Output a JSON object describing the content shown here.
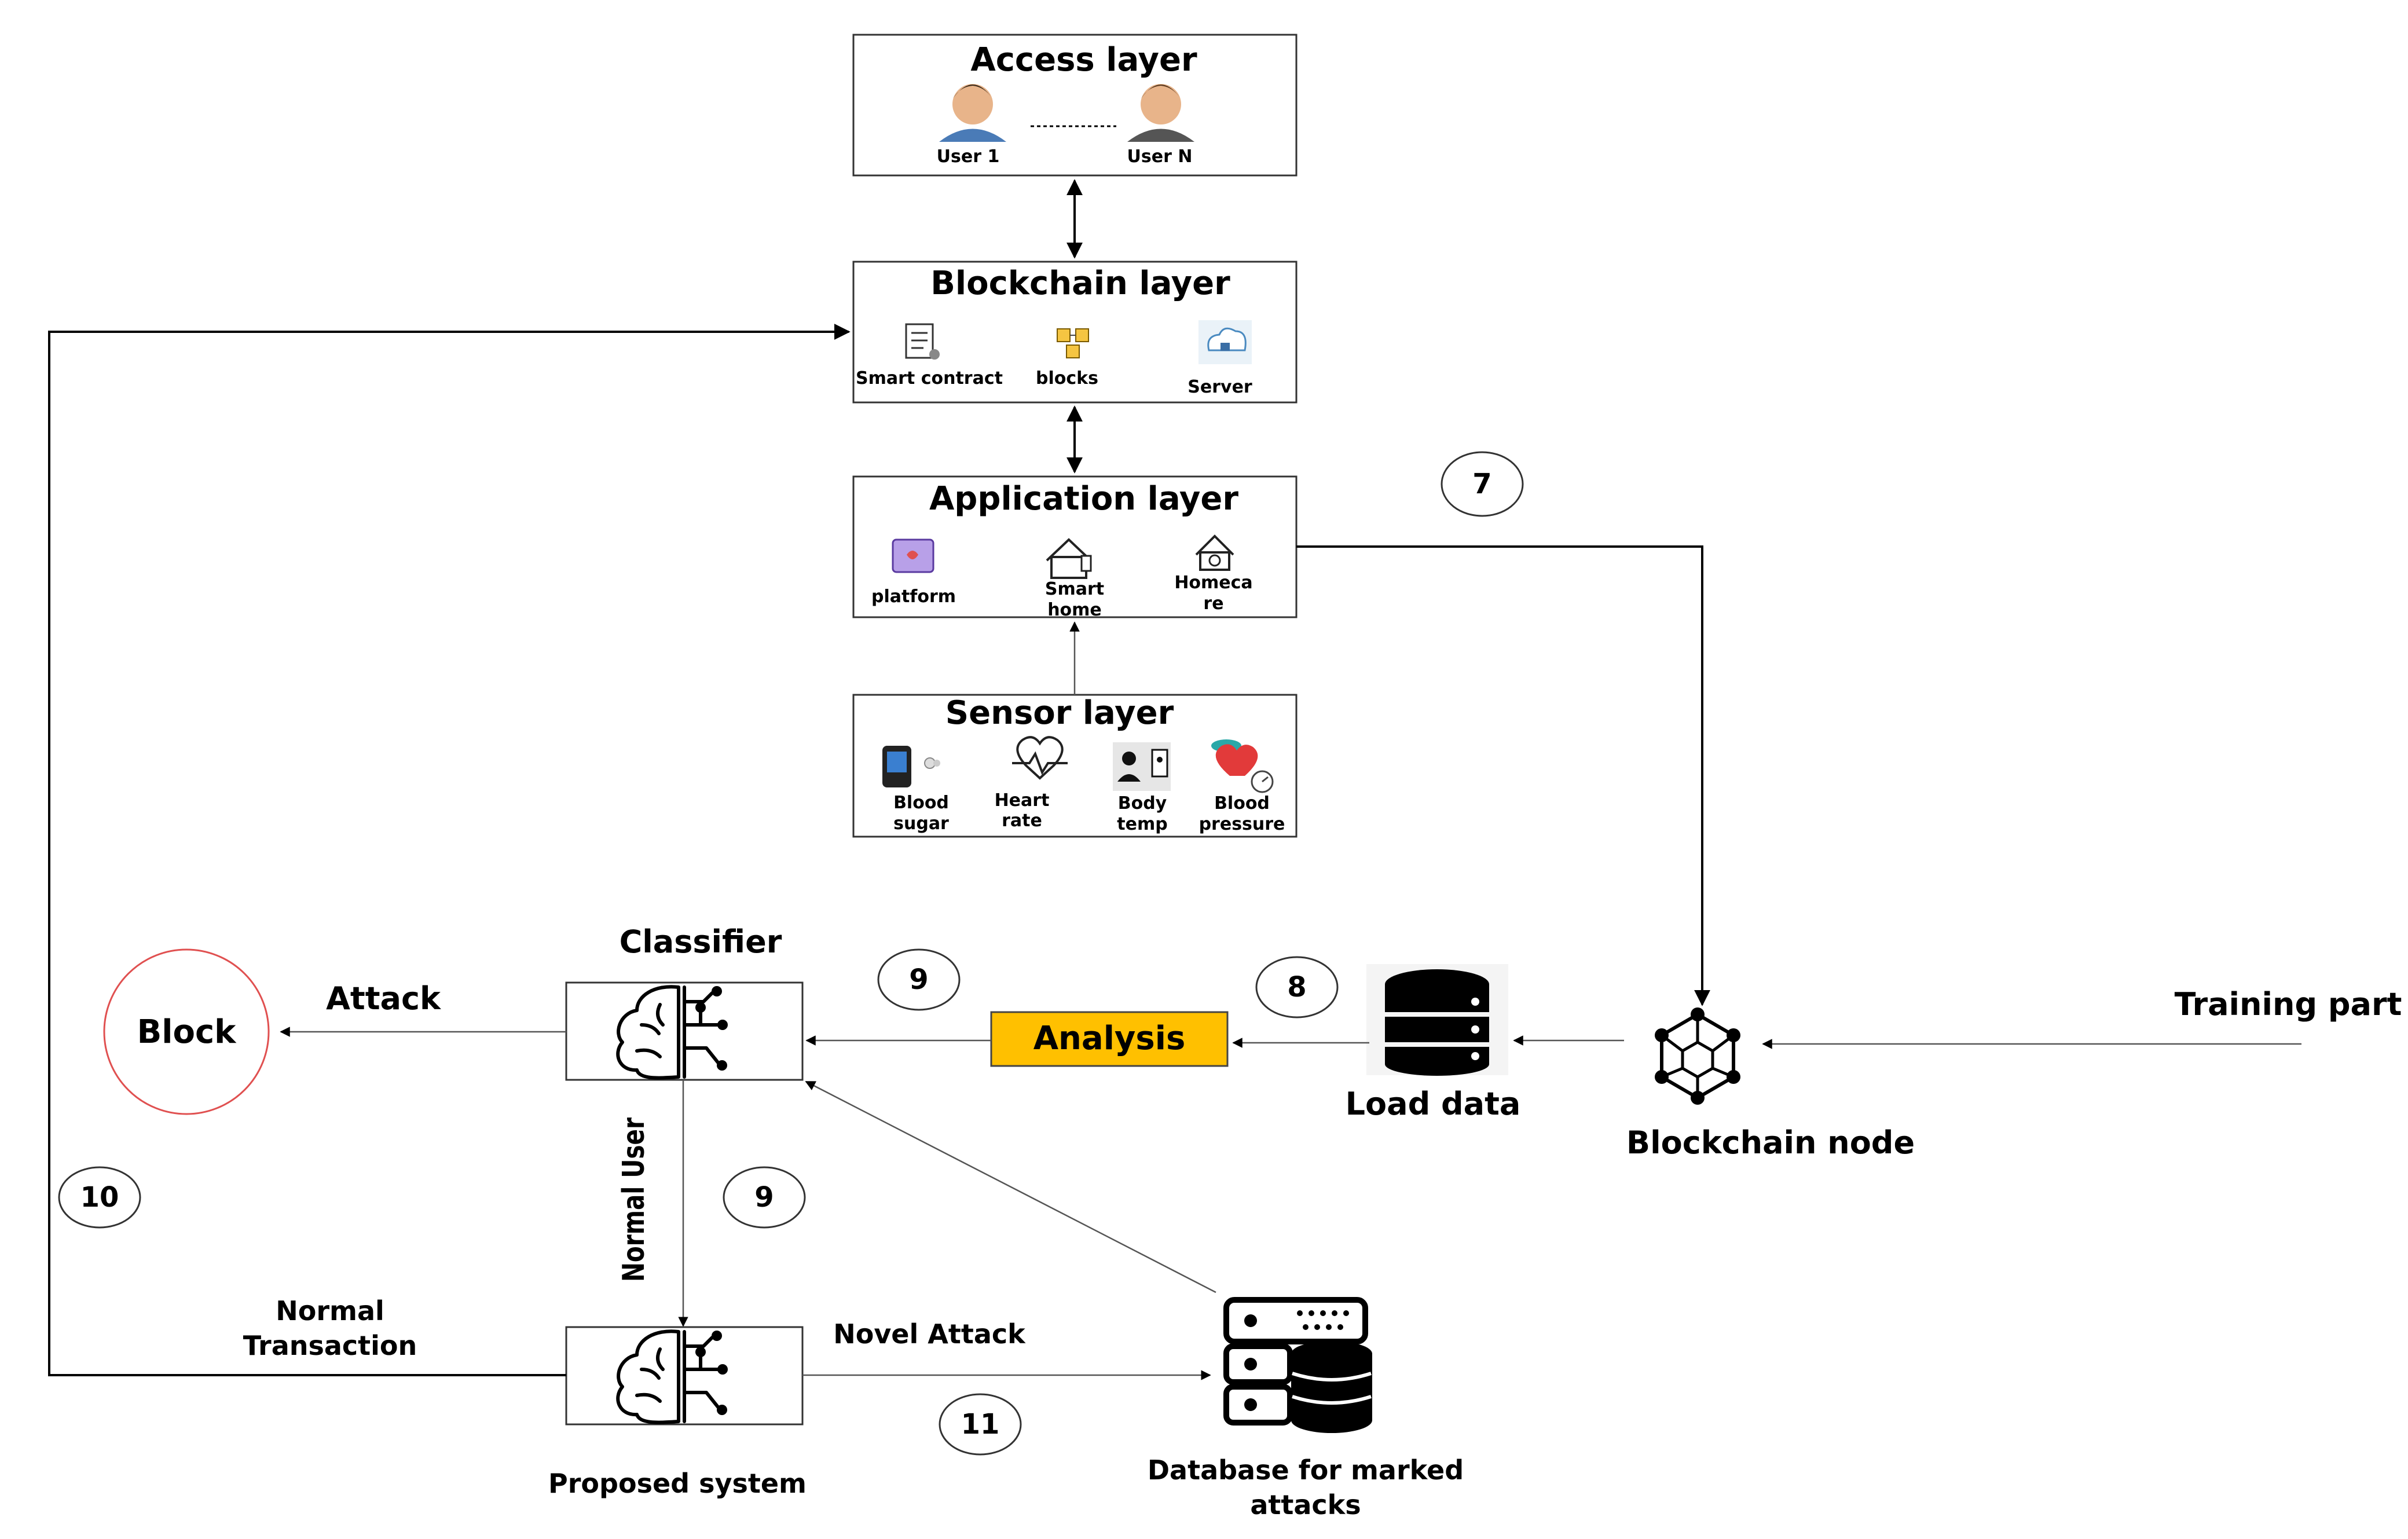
{
  "layers": {
    "access": {
      "title": "Access layer",
      "user1": "User 1",
      "userN": "User N"
    },
    "blockchain": {
      "title": "Blockchain layer",
      "smart_contract": "Smart contract",
      "blocks": "blocks",
      "server": "Server"
    },
    "application": {
      "title": "Application layer",
      "platform": "platform",
      "smart_home_1": "Smart",
      "smart_home_2": "home",
      "homecare_1": "Homeca",
      "homecare_2": "re"
    },
    "sensor": {
      "title": "Sensor layer",
      "blood_sugar_1": "Blood",
      "blood_sugar_2": "sugar",
      "heart_rate_1": "Heart",
      "heart_rate_2": "rate",
      "body_temp_1": "Body",
      "body_temp_2": "temp",
      "blood_pressure_1": "Blood",
      "blood_pressure_2": "pressure"
    }
  },
  "flow": {
    "classifier": "Classifier",
    "block": "Block",
    "attack": "Attack",
    "analysis": "Analysis",
    "load_data": "Load data",
    "blockchain_node": "Blockchain node",
    "training_part": "Training part",
    "normal_user": "Normal User",
    "normal_transaction_1": "Normal",
    "normal_transaction_2": "Transaction",
    "novel_attack": "Novel Attack",
    "proposed_system": "Proposed system",
    "db_marked_1": "Database for marked",
    "db_marked_2": "attacks"
  },
  "steps": {
    "s7": "7",
    "s8": "8",
    "s9a": "9",
    "s9b": "9",
    "s10": "10",
    "s11": "11"
  },
  "colors": {
    "analysis_fill": "#FFC000",
    "block_circle": "#E05050"
  }
}
